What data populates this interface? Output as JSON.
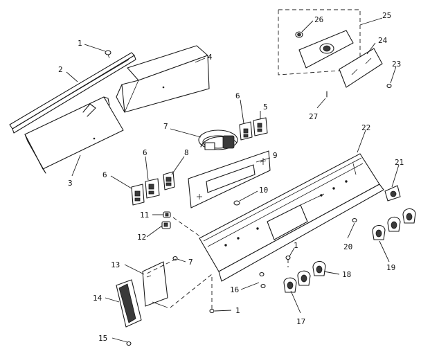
{
  "diagram": {
    "callouts": {
      "c1a": "1",
      "c2": "2",
      "c3": "3",
      "c4": "4",
      "c5": "5",
      "c6a": "6",
      "c6b": "6",
      "c6c": "6",
      "c7a": "7",
      "c7b": "7",
      "c8": "8",
      "c9": "9",
      "c10": "10",
      "c11": "11",
      "c12": "12",
      "c13": "13",
      "c14": "14",
      "c15": "15",
      "c16": "16",
      "c1b": "1",
      "c1c": "1",
      "c17": "17",
      "c18": "18",
      "c19": "19",
      "c20": "20",
      "c21": "21",
      "c22": "22",
      "c23": "23",
      "c24": "24",
      "c25": "25",
      "c26": "26",
      "c27": "27"
    }
  }
}
